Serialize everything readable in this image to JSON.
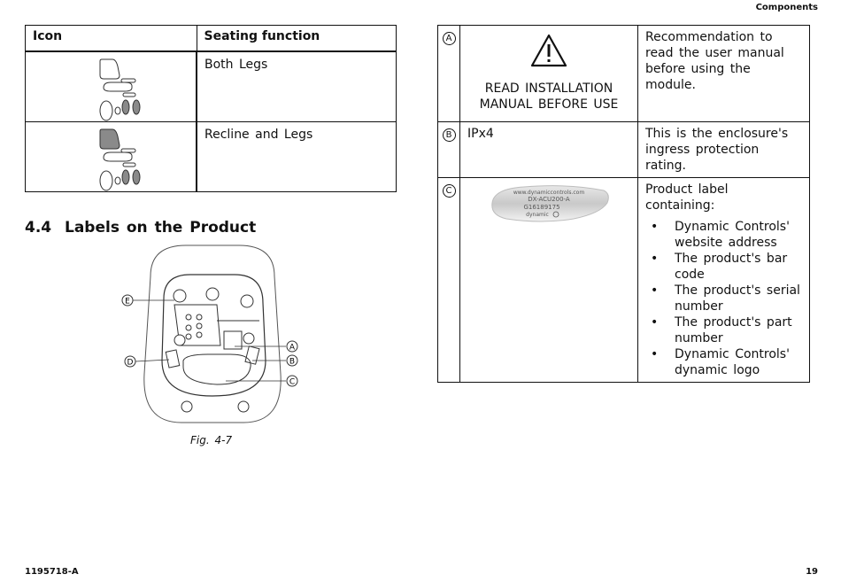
{
  "header": {
    "section": "Components"
  },
  "footer": {
    "doc_number": "1195718-A",
    "page_number": "19"
  },
  "icon_table": {
    "headers": [
      "Icon",
      "Seating function"
    ],
    "rows": [
      {
        "icon": "seat-both-legs-icon",
        "function": "Both Legs"
      },
      {
        "icon": "seat-recline-legs-icon",
        "function": "Recline and Legs"
      }
    ]
  },
  "section": {
    "number": "4.4",
    "title": "Labels on the Product"
  },
  "figure": {
    "caption": "Fig. 4-7",
    "callouts": [
      "A",
      "B",
      "C",
      "D",
      "E"
    ]
  },
  "label_table": {
    "rows": [
      {
        "letter": "A",
        "icon": "warning-triangle-icon",
        "middle_text": "READ INSTALLATION MANUAL BEFORE USE",
        "description": "Recommendation to read the user manual before using the module."
      },
      {
        "letter": "B",
        "middle_text": "IPx4",
        "description": "This is the enclosure's ingress protection rating."
      },
      {
        "letter": "C",
        "label_image": {
          "line1": "www.dynamiccontrols.com",
          "line2": "DX-ACU200-A",
          "line3": "G16189175",
          "line4": "dynamic"
        },
        "description": "Product label containing:",
        "bullets": [
          "Dynamic Controls' website address",
          "The product's bar code",
          "The product's serial number",
          "The product's part number",
          "Dynamic Controls' dynamic logo"
        ]
      }
    ]
  },
  "colors": {
    "seat_highlight": "#8a8a8a",
    "text": "#111111"
  }
}
